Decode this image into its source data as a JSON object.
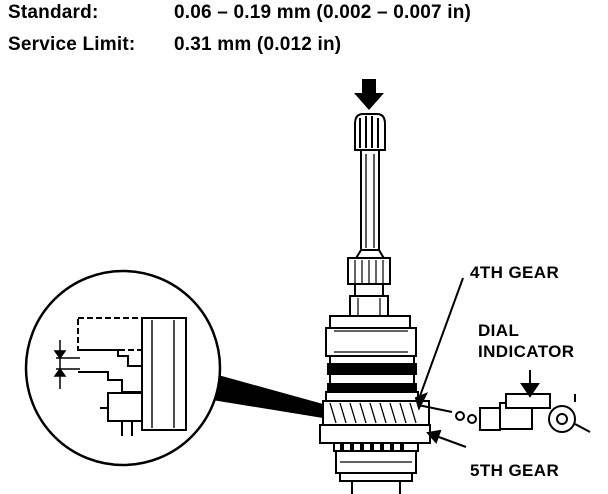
{
  "specs": {
    "standard_label": "Standard:",
    "standard_value": "0.06 – 0.19 mm (0.002 – 0.007 in)",
    "limit_label": "Service Limit:",
    "limit_value": "0.31 mm (0.012 in)"
  },
  "labels": {
    "gear4": "4TH GEAR",
    "dial_line1": "DIAL",
    "dial_line2": "INDICATOR",
    "gear5": "5TH GEAR"
  }
}
